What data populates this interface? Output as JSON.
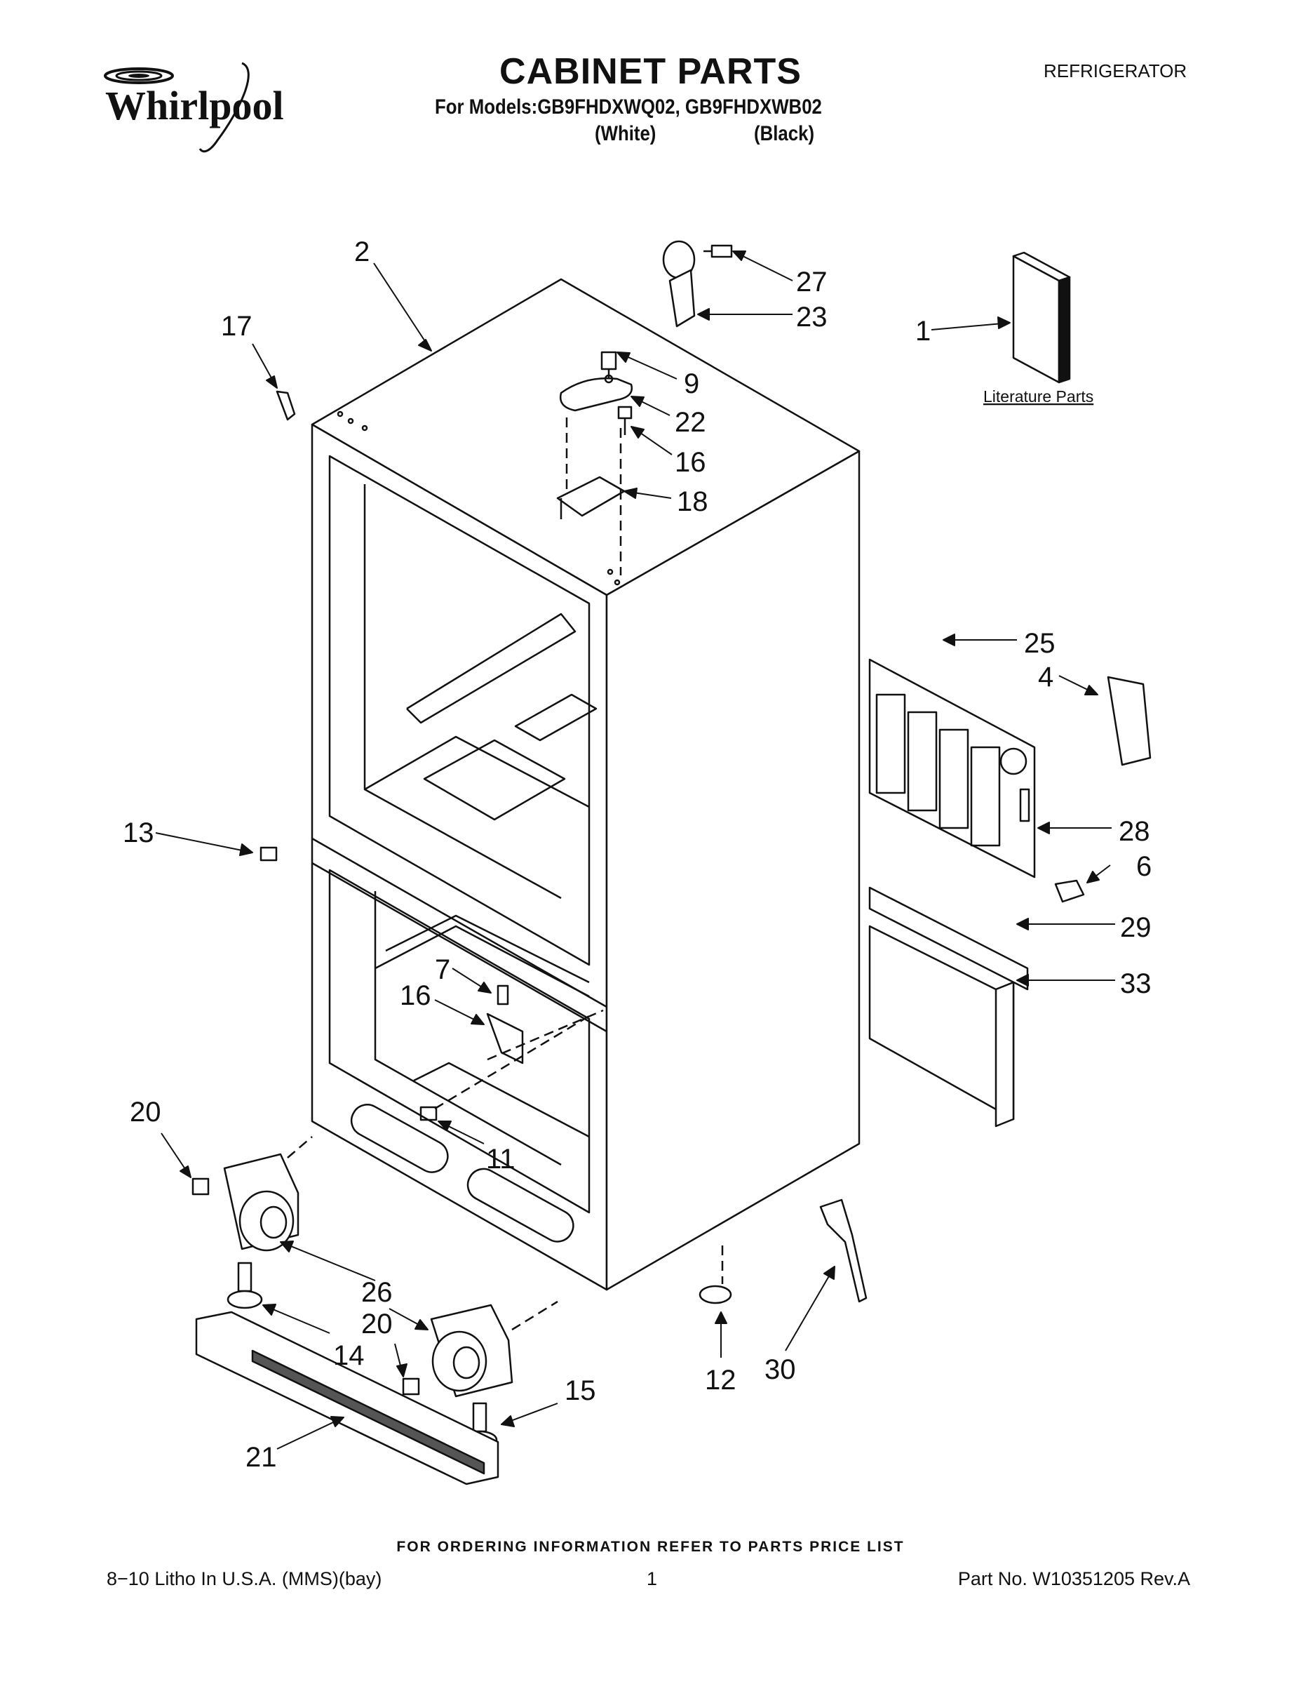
{
  "header": {
    "brand": "Whirlpool",
    "title": "CABINET PARTS",
    "models": "For Models:GB9FHDXWQ02, GB9FHDXWB02",
    "color_white": "(White)",
    "color_black": "(Black)",
    "product": "REFRIGERATOR"
  },
  "diagram": {
    "literature_label": "Literature Parts",
    "callouts": [
      "1",
      "2",
      "4",
      "6",
      "7",
      "9",
      "11",
      "12",
      "13",
      "14",
      "15",
      "16",
      "16",
      "17",
      "18",
      "20",
      "20",
      "21",
      "22",
      "23",
      "25",
      "26",
      "27",
      "28",
      "29",
      "30",
      "33"
    ]
  },
  "footer": {
    "ordering_note": "FOR ORDERING INFORMATION REFER TO PARTS PRICE LIST",
    "litho": "8−10 Litho In U.S.A. (MMS)(bay)",
    "page": "1",
    "part_number": "Part No. W10351205 Rev.A"
  }
}
